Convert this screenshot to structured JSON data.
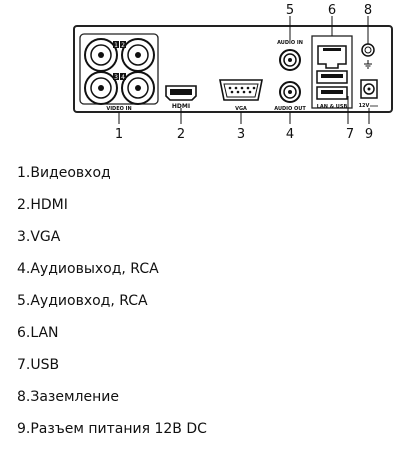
{
  "diagram": {
    "port_labels": {
      "video_in": "VIDEO IN",
      "hdmi": "HDMI",
      "vga": "VGA",
      "audio_in": "AUDIO IN",
      "audio_out": "AUDIO OUT",
      "lan_usb": "LAN & USB",
      "power": "12V",
      "channel_1": "1",
      "channel_2": "2",
      "channel_3": "3",
      "channel_4": "4"
    },
    "callouts": [
      "1",
      "2",
      "3",
      "4",
      "5",
      "6",
      "7",
      "8",
      "9"
    ]
  },
  "legend": [
    "1.Видеовход",
    "2.HDMI",
    "3.VGA",
    "4.Аудиовыход, RCA",
    "5.Аудиовход, RCA",
    "6.LAN",
    "7.USB",
    "8.Заземление",
    "9.Разъем питания 12В DC"
  ]
}
